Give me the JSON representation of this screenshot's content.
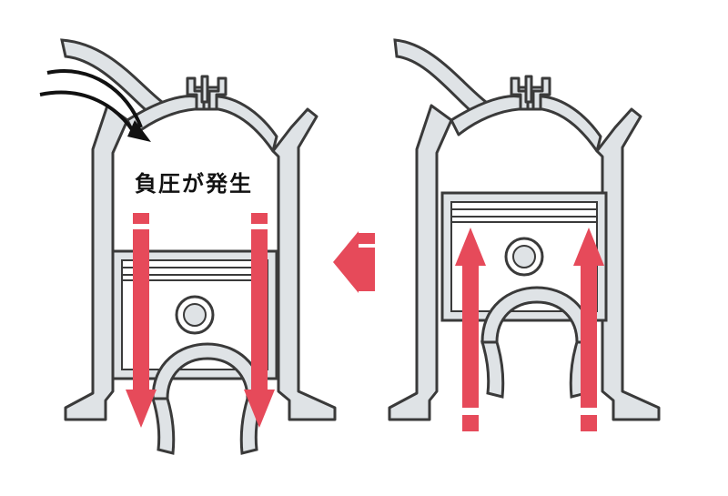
{
  "annotation": {
    "text": "負圧が発生"
  },
  "colors": {
    "arrow_red": "#e64a5a",
    "wall_fill": "#dfe3e6",
    "wall_stroke": "#3a3a3a",
    "curve_arrow": "#111111"
  },
  "panels": [
    {
      "name": "intake-stroke",
      "piston_position": "bottom",
      "arrow_direction": "down"
    },
    {
      "name": "compression-stroke",
      "piston_position": "top",
      "arrow_direction": "up"
    }
  ],
  "transition_arrow": {
    "direction": "left"
  }
}
